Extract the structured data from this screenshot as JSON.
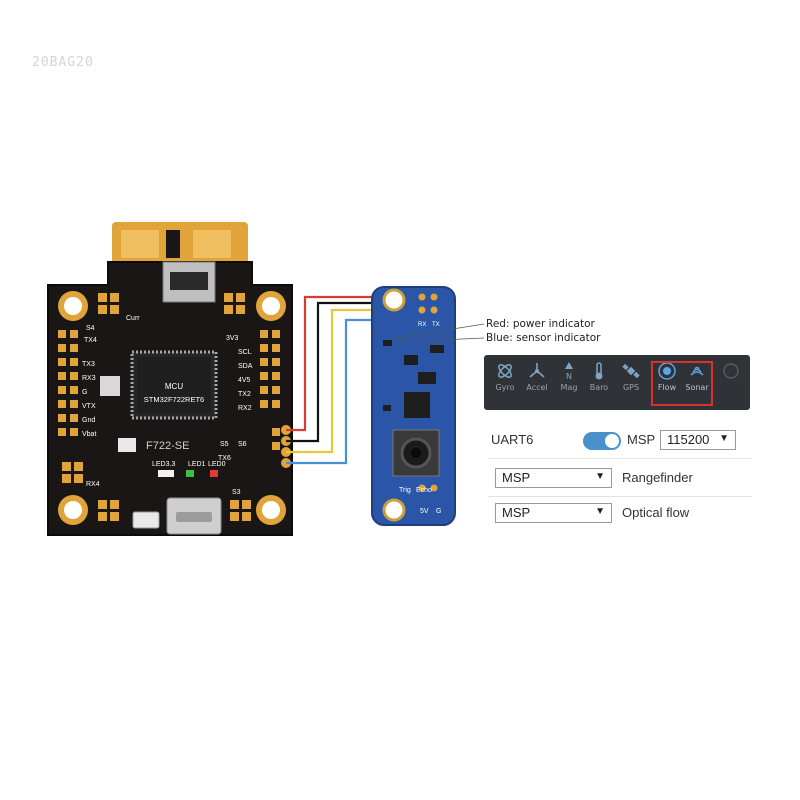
{
  "watermark": "20BAG20",
  "fc_board": {
    "mcu_label": "MCU",
    "mcu_part": "STM32F722RET6",
    "model": "F722-SE",
    "pin_labels": [
      "TX3",
      "RX3",
      "G",
      "VTX",
      "Gnd",
      "Vbat",
      "TX6",
      "S5",
      "S6",
      "Curr",
      "3V3",
      "TX2",
      "RX2",
      "TX4",
      "RX4",
      "S3",
      "S4",
      "4V5",
      "SDA",
      "SCL"
    ],
    "led_labels": [
      "LED3.3",
      "LED1",
      "LED0"
    ]
  },
  "flow_module": {
    "pin_labels": [
      "Trig",
      "Echo",
      "5V",
      "G",
      "RX",
      "TX"
    ]
  },
  "annotations": {
    "red": "Red: power indicator",
    "blue": "Blue: sensor indicator"
  },
  "sensor_toolbar": {
    "items": [
      {
        "label": "Gyro",
        "icon": "gyro-icon",
        "active": false
      },
      {
        "label": "Accel",
        "icon": "accel-icon",
        "active": false
      },
      {
        "label": "Mag",
        "icon": "mag-icon",
        "active": false
      },
      {
        "label": "Baro",
        "icon": "baro-icon",
        "active": false
      },
      {
        "label": "GPS",
        "icon": "gps-icon",
        "active": false
      },
      {
        "label": "Flow",
        "icon": "flow-icon",
        "active": true
      },
      {
        "label": "Sonar",
        "icon": "sonar-icon",
        "active": true
      }
    ],
    "highlight_color": "#d9322c"
  },
  "config": {
    "uart_label": "UART6",
    "msp_toggle_label": "MSP",
    "msp_toggle_on": true,
    "baud_value": "115200",
    "rangefinder": {
      "value": "MSP",
      "label": "Rangefinder"
    },
    "optical_flow": {
      "value": "MSP",
      "label": "Optical flow"
    }
  },
  "colors": {
    "board": "#1a1616",
    "pad": "#e0a43a",
    "module": "#2b56a8",
    "toggle": "#4a90c9",
    "toolbar": "#2f3236"
  }
}
